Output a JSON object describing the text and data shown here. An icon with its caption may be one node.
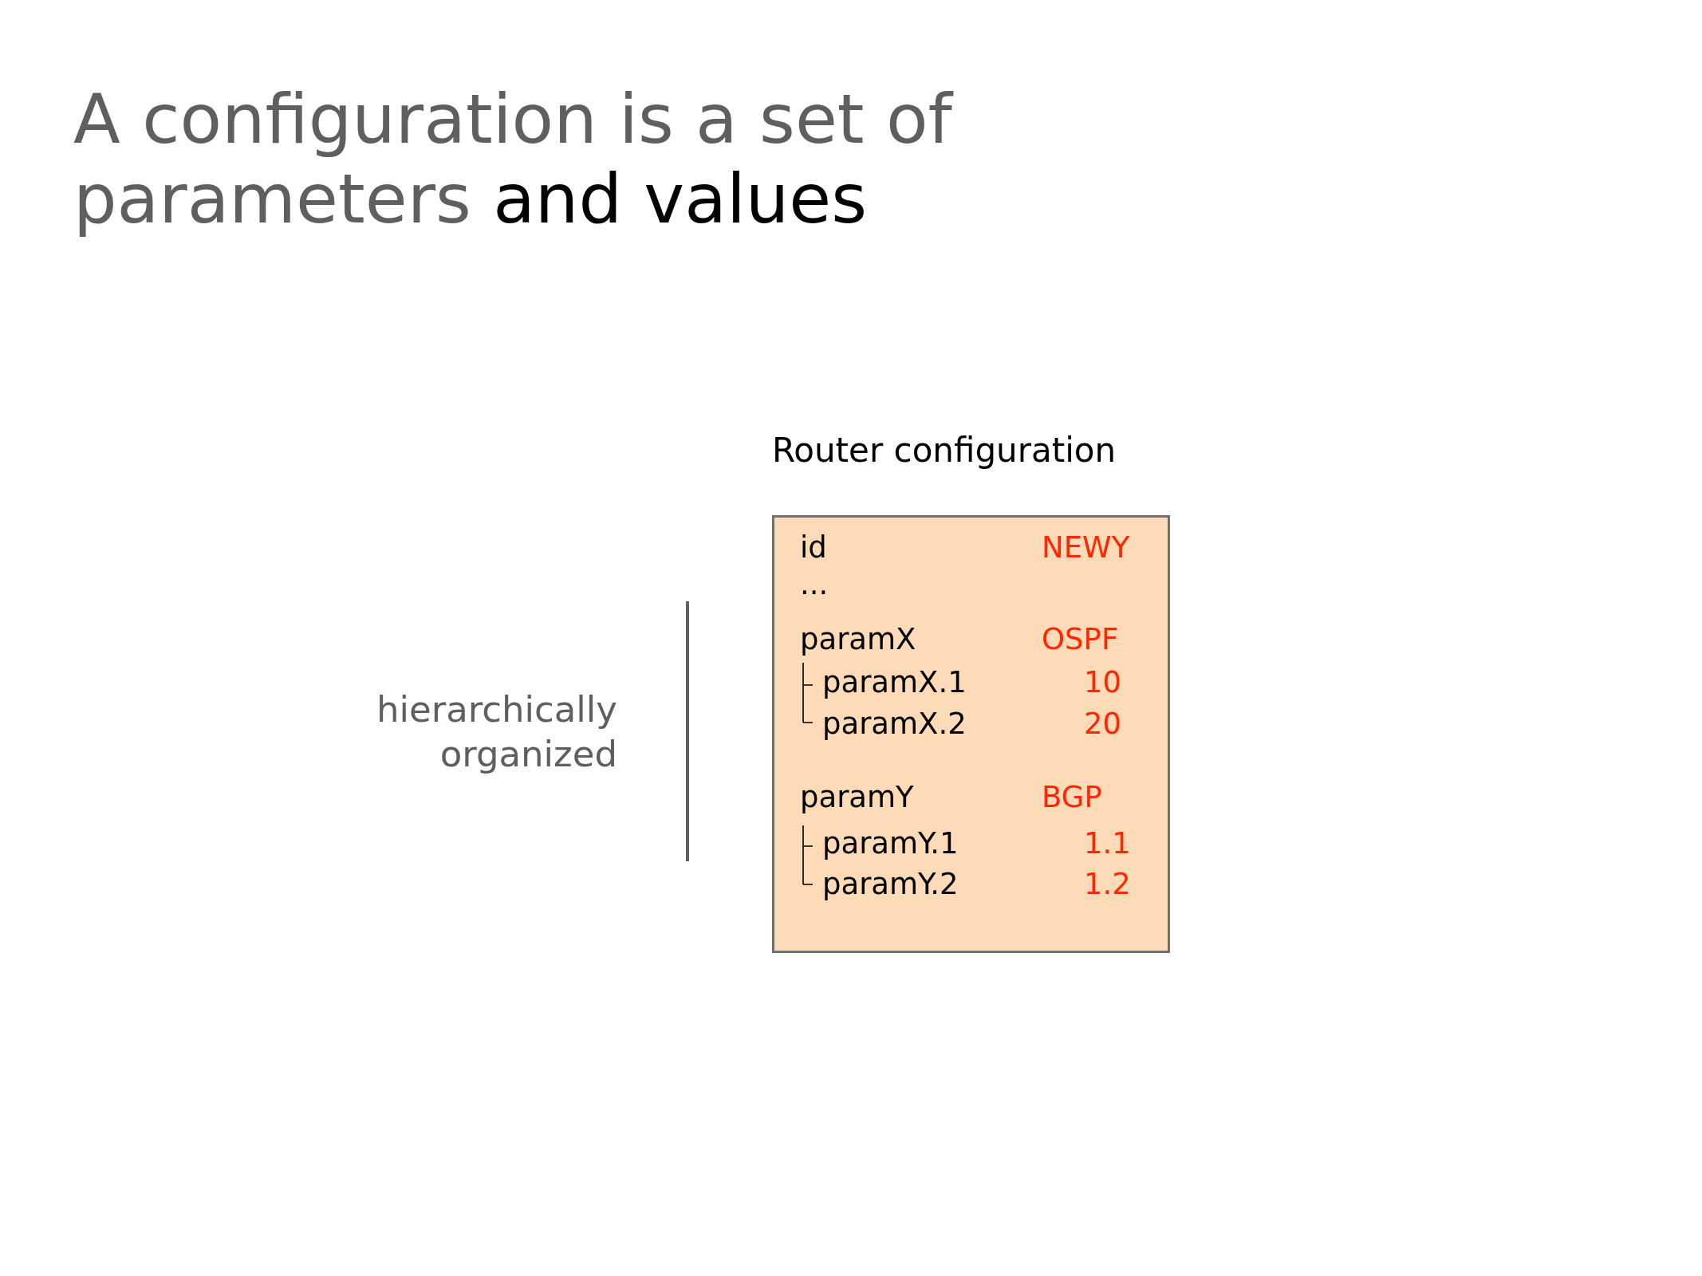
{
  "diagram": {
    "title": "A configuration is a set of parameters and values",
    "nodes": [
      {
        "text": [
          "Router configuration",
          "id",
          "NEWY",
          "...",
          "paramX",
          "OSPF",
          "paramX.1",
          "10",
          "paramX.2",
          "20",
          "paramY",
          "BGP",
          "paramY.1",
          "1.1",
          "paramY.2",
          "1.2"
        ]
      }
    ],
    "edges": [],
    "labels": [
      "hierarchically organized"
    ]
  }
}
